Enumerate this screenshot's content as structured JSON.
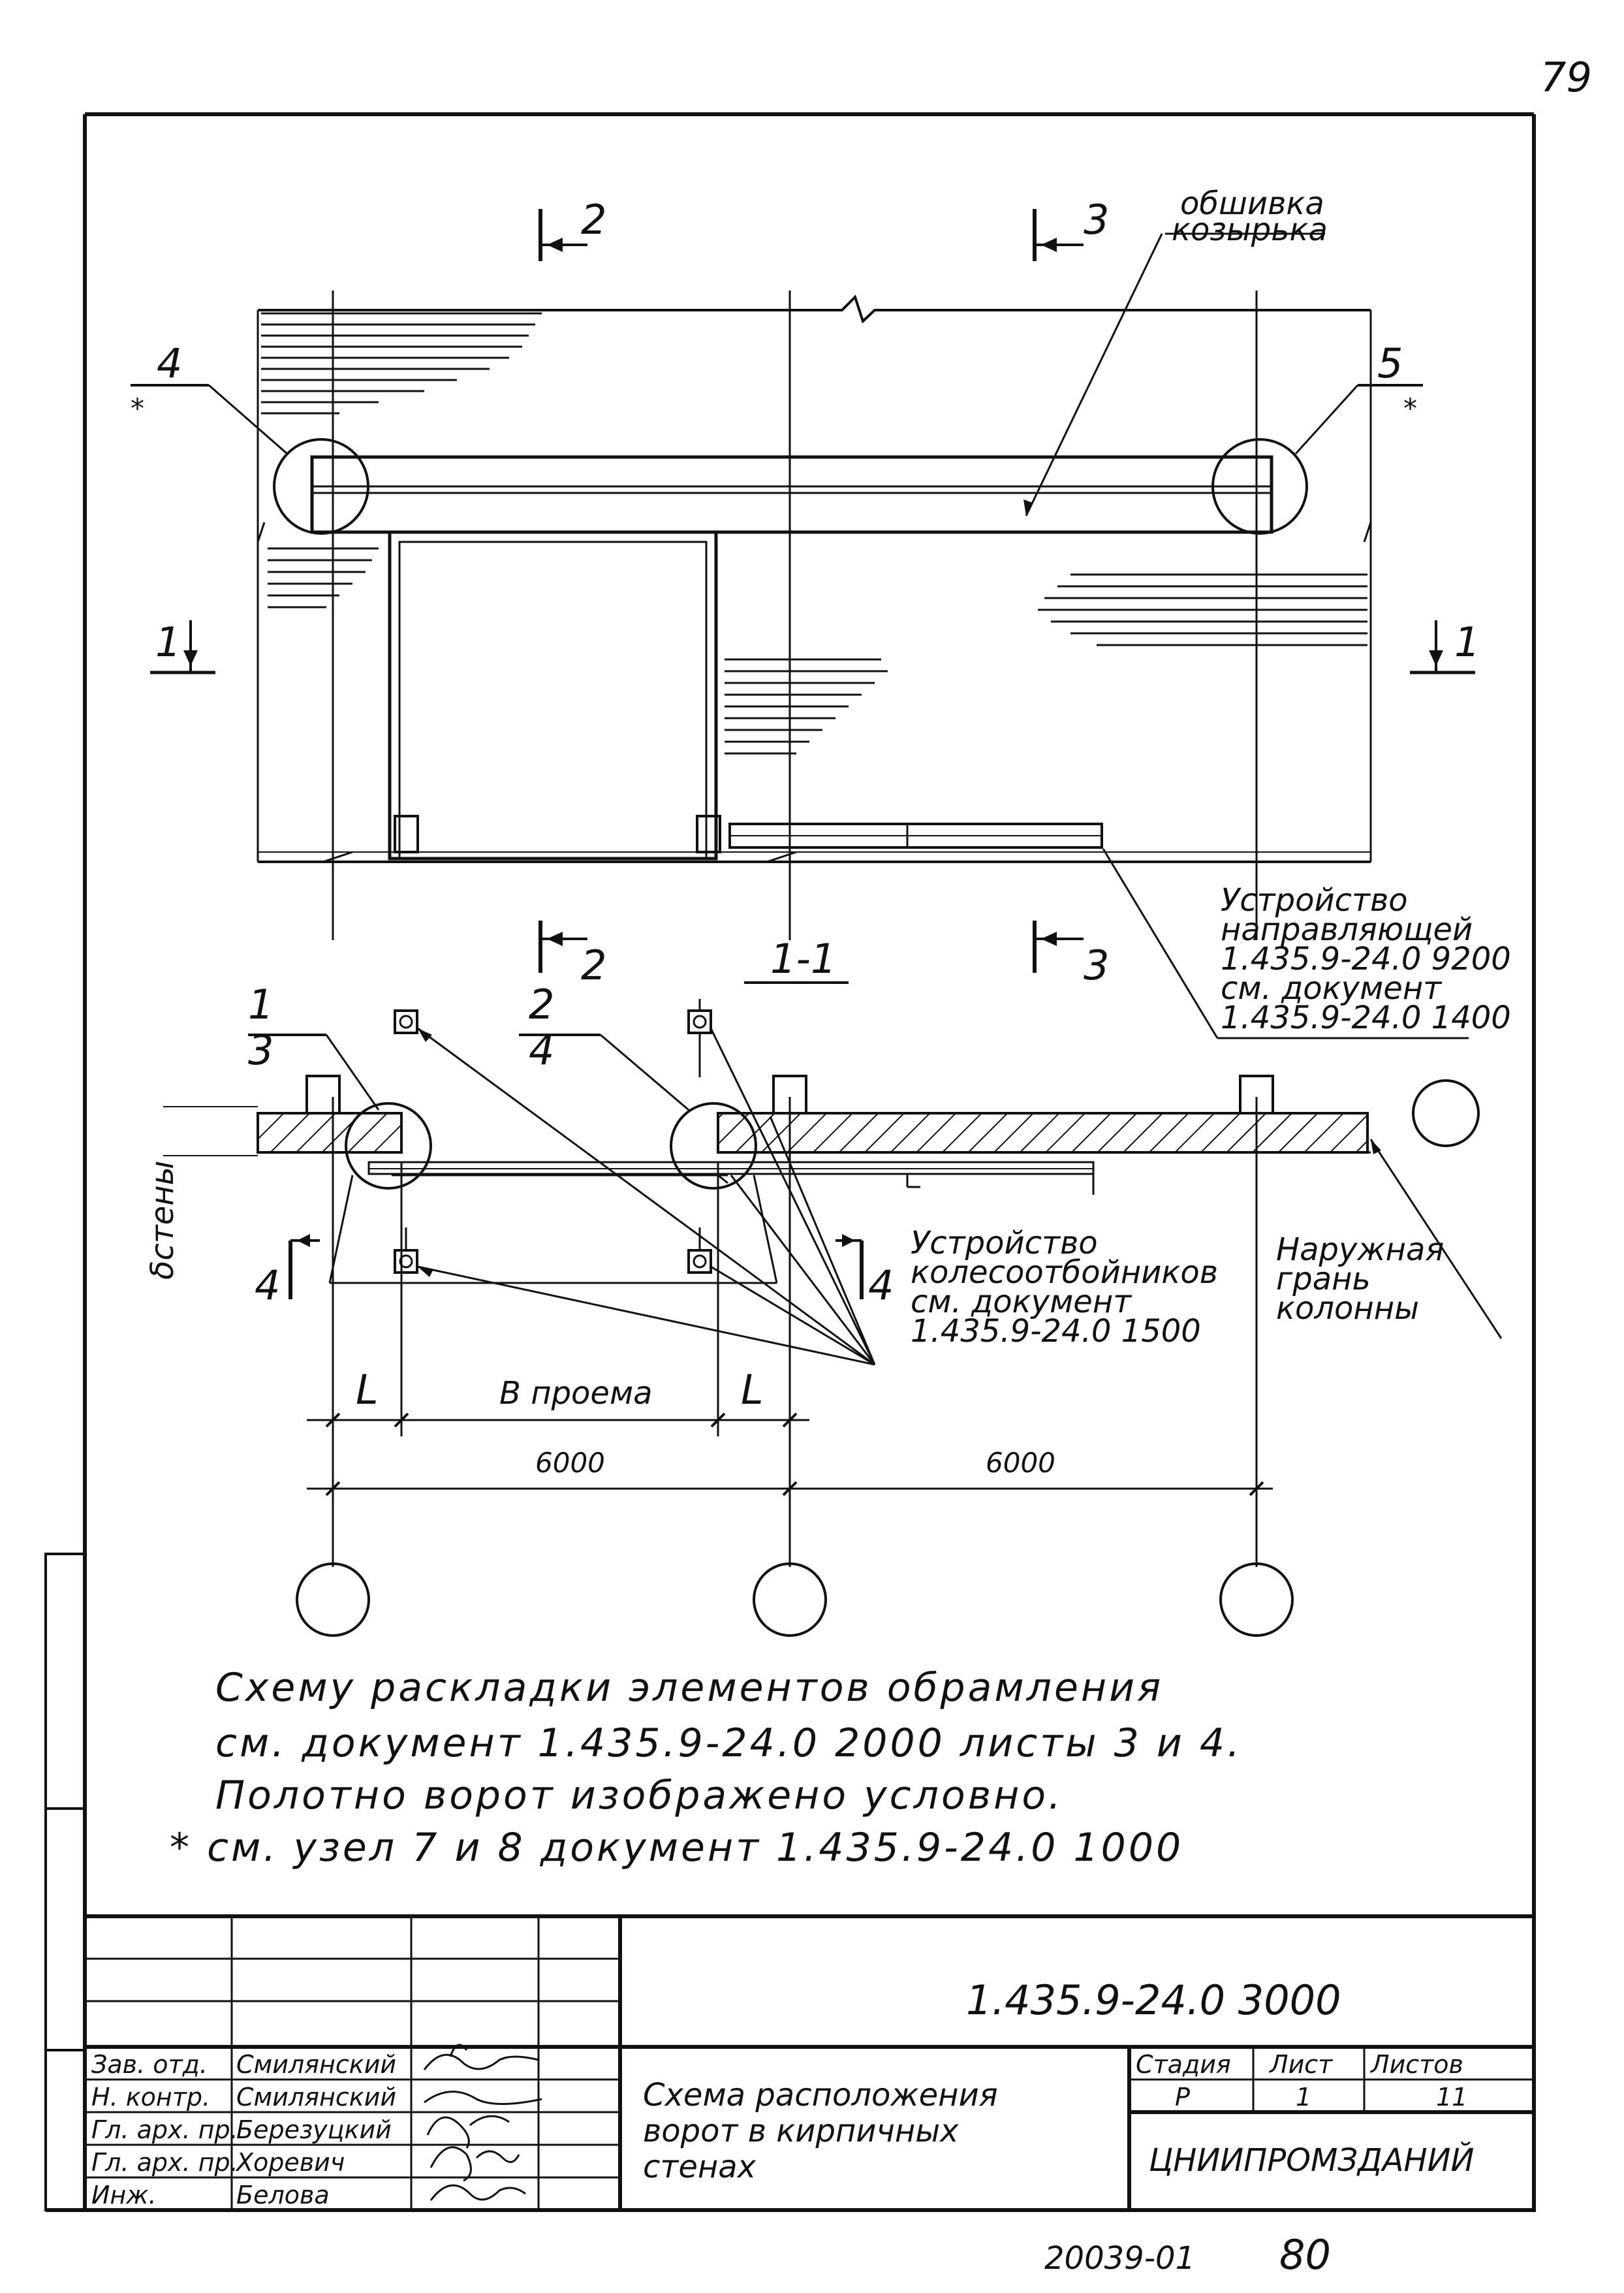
{
  "page": {
    "number": "79",
    "footer_code": "20039-01",
    "footer_num": "80"
  },
  "elevation": {
    "label_cladding_1": "обшивка",
    "label_cladding_2": "козырька",
    "section_2": "2",
    "section_3": "3",
    "section_1": "1",
    "node_4": "4",
    "node_5": "5",
    "star": "*",
    "guide_1": "Устройство",
    "guide_2": "направляющей",
    "guide_3": "1.435.9-24.0 9200",
    "guide_4": "см. документ",
    "guide_5": "1.435.9-24.0 1400"
  },
  "plan": {
    "title": "1-1",
    "node1_top": "1",
    "node1_bottom": "3",
    "node2_top": "2",
    "node2_bottom": "4",
    "section_4": "4",
    "wall_label": "δстены",
    "bumper_1": "Устройство",
    "bumper_2": "колесоотбойников",
    "bumper_3": "см. документ",
    "bumper_4": "1.435.9-24.0 1500",
    "facade_1": "Наружная",
    "facade_2": "грань",
    "facade_3": "колонны",
    "dim_L": "L",
    "dim_B": "В проема",
    "dim_6000": "6000"
  },
  "notes": {
    "line1": "Схему раскладки элементов обрамления",
    "line2": "см. документ 1.435.9-24.0 2000 листы 3 и 4.",
    "line3": "Полотно ворот изображено условно.",
    "line4": "* см. узел 7 и 8 документ 1.435.9-24.0 1000"
  },
  "title_block": {
    "doc_code": "1.435.9-24.0 3000",
    "roles": [
      "Зав. отд.",
      "Н. контр.",
      "Гл. арх. пр.",
      "Гл. арх. пр.",
      "Инж."
    ],
    "names": [
      "Смилянский",
      "Смилянский",
      "Березуцкий",
      "Хоревич",
      "Белова"
    ],
    "title_1": "Схема расположения",
    "title_2": "ворот в кирпичных",
    "title_3": "стенах",
    "h_stage": "Стадия",
    "h_sheet": "Лист",
    "h_sheets": "Листов",
    "v_stage": "Р",
    "v_sheet": "1",
    "v_sheets": "11",
    "org": "ЦНИИПРОМЗДАНИЙ"
  }
}
